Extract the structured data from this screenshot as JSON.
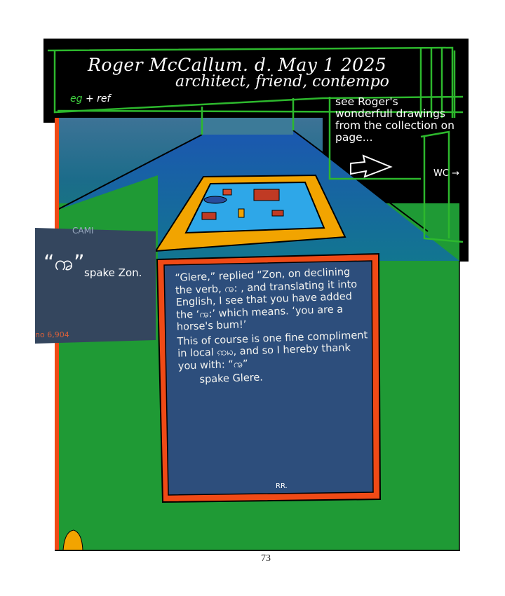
{
  "header": {
    "title_line1": "Roger McCallum.  d. May 1 2025",
    "title_line2": "architect, friend, contempo",
    "eg_label": "eg",
    "ref_label": "+ ref"
  },
  "side_note": {
    "text": "see Roger's wonderfull drawings from the collection on page...",
    "wc_label": "WC →"
  },
  "collage": {
    "top_text": "CAMI",
    "glyph": "“ꩠ”",
    "caption": "spake Zon.",
    "number": "no 6,904"
  },
  "board": {
    "paragraphs": [
      "“Glere,” replied “Zon, on declining the verb, ꩠ: , and translating it into English, I see that you have added the ‘ꩠ:’ which means. ‘you are a horse's bum!’",
      "This of course is one fine compliment in local ꩡꩢ, and so I hereby thank you with: “ꩠ”",
      "spake Glere."
    ],
    "signature": "RR."
  },
  "colors": {
    "black": "#000000",
    "green_line": "#2db82d",
    "wall_top": "#3a7496",
    "floor_blue": "#1a5fa8",
    "green_floor": "#1f9a35",
    "orange": "#f2a400",
    "board": "#2d4e7c",
    "board_border": "#f04a16"
  },
  "page_number": "73"
}
